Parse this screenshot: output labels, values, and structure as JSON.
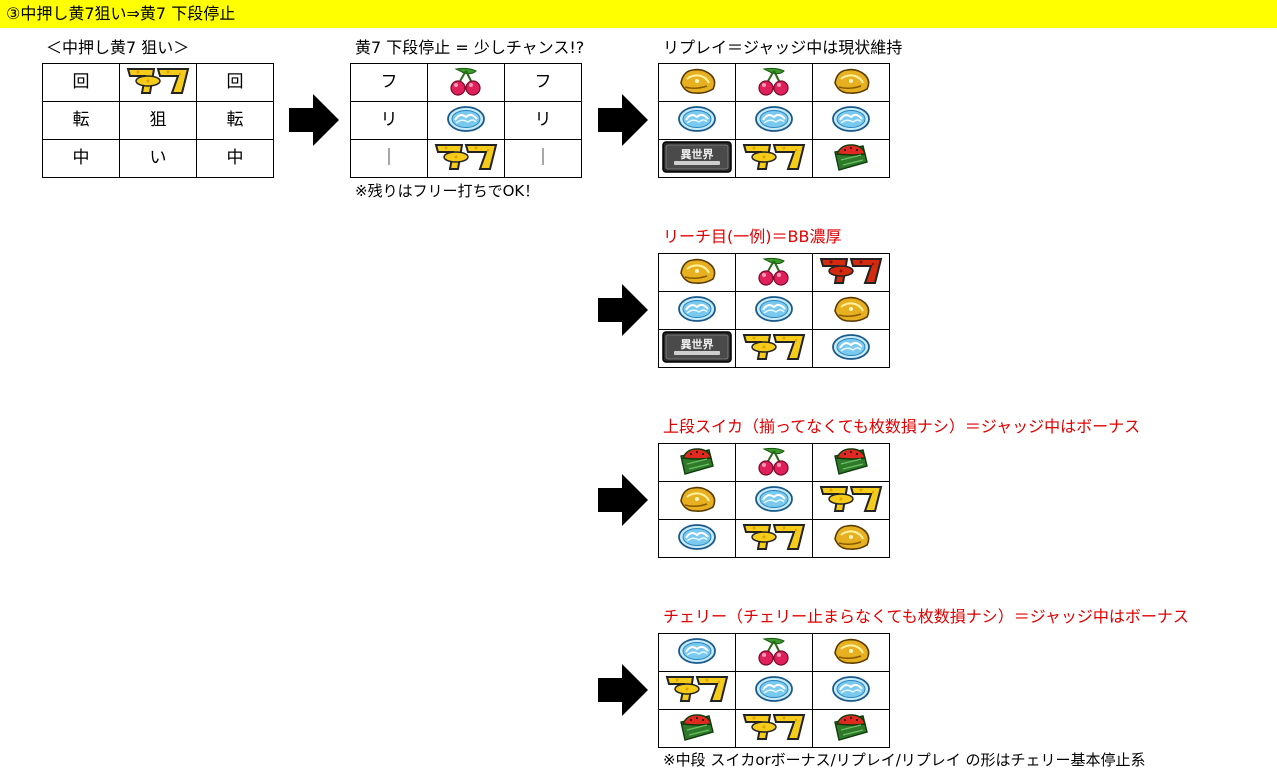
{
  "header": {
    "title": "③中押し黄7狙い⇒黄7 下段停止"
  },
  "colors": {
    "header_bg": "#ffff00",
    "accent_red": "#e00000"
  },
  "stages": [
    {
      "id": "aim",
      "label": "＜中押し黄7 狙い＞",
      "label_color": "black",
      "grid": [
        [
          "text:回",
          "sym:yellow7",
          "text:回"
        ],
        [
          "text:転",
          "text:狙",
          "text:転"
        ],
        [
          "text:中",
          "text:い",
          "text:中"
        ]
      ]
    },
    {
      "id": "stop",
      "label": "黄7 下段停止 = 少しチャンス!?",
      "label_color": "black",
      "grid": [
        [
          "text:フ",
          "sym:cherry",
          "text:フ"
        ],
        [
          "text:リ",
          "sym:replay",
          "text:リ"
        ],
        [
          "text:｜",
          "sym:yellow7",
          "text:｜"
        ]
      ],
      "note": "※残りはフリー打ちでOK！"
    },
    {
      "id": "result-replay",
      "label": "リプレイ＝ジャッジ中は現状維持",
      "label_color": "black",
      "grid": [
        [
          "sym:bell",
          "sym:cherry",
          "sym:bell"
        ],
        [
          "sym:replay",
          "sym:replay",
          "sym:replay"
        ],
        [
          "sym:isekai",
          "sym:yellow7",
          "sym:watermelon"
        ]
      ]
    },
    {
      "id": "result-reach",
      "label": "リーチ目(一例)＝BB濃厚",
      "label_color": "red",
      "grid": [
        [
          "sym:bell",
          "sym:cherry",
          "sym:red7"
        ],
        [
          "sym:replay",
          "sym:replay",
          "sym:bell"
        ],
        [
          "sym:isekai",
          "sym:yellow7",
          "sym:replay"
        ]
      ]
    },
    {
      "id": "result-suika",
      "label": "上段スイカ（揃ってなくても枚数損ナシ）＝ジャッジ中はボーナス",
      "label_color": "red",
      "grid": [
        [
          "sym:watermelon",
          "sym:cherry",
          "sym:watermelon"
        ],
        [
          "sym:bell",
          "sym:replay",
          "sym:yellow7"
        ],
        [
          "sym:replay",
          "sym:yellow7",
          "sym:bell"
        ]
      ]
    },
    {
      "id": "result-cherry",
      "label": "チェリー（チェリー止まらなくても枚数損ナシ）＝ジャッジ中はボーナス",
      "label_color": "red",
      "grid": [
        [
          "sym:replay",
          "sym:cherry",
          "sym:bell"
        ],
        [
          "sym:yellow7",
          "sym:replay",
          "sym:replay"
        ],
        [
          "sym:watermelon",
          "sym:yellow7",
          "sym:watermelon"
        ]
      ],
      "note": "※中段 スイカorボーナス/リプレイ/リプレイ の形はチェリー基本停止系"
    }
  ],
  "symbols": {
    "yellow7": "yellow-seven-icon",
    "red7": "red-seven-icon",
    "cherry": "cherry-icon",
    "replay": "replay-icon",
    "bell": "bell-icon",
    "watermelon": "watermelon-icon",
    "isekai": "isekai-logo-icon",
    "isekai_text": "異世界"
  }
}
